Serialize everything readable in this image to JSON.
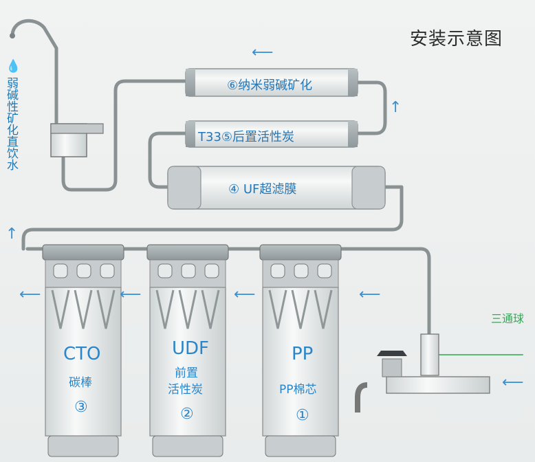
{
  "title": "安装示意图",
  "output_label": "弱碱性矿化直饮水",
  "filters": {
    "f6": "⑥纳米弱碱矿化",
    "f5": "T33⑤后置活性炭",
    "f4": "④ UF超滤膜",
    "f3": {
      "code": "CTO",
      "name": "碳棒",
      "num": "③"
    },
    "f2": {
      "code": "UDF",
      "name_line1": "前置",
      "name_line2": "活性炭",
      "num": "②"
    },
    "f1": {
      "code": "PP",
      "name": "PP棉芯",
      "num": "①"
    }
  },
  "valve_label": "三通球",
  "icons": [
    "faucet-icon",
    "water-drop-icon",
    "ball-valve-icon",
    "flow-arrow-icon"
  ],
  "colors": {
    "text_blue": "#2b85c8",
    "arrow_blue": "#3a8fd0",
    "valve_green": "#3aa55a"
  }
}
